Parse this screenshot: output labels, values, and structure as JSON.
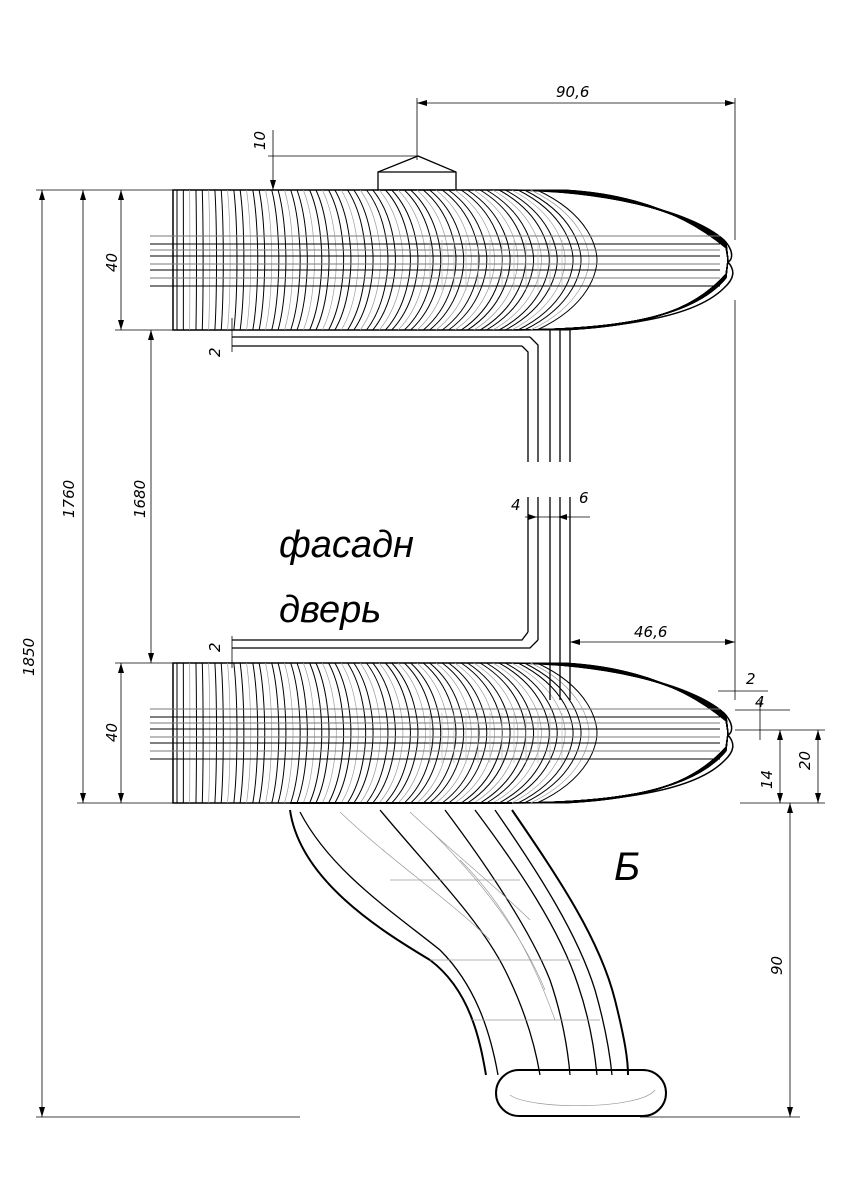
{
  "labels": {
    "facade_line1": "фасадн",
    "facade_line2": "дверь",
    "view_letter": "Б"
  },
  "dimensions": {
    "top_width": "90,6",
    "top_offset": "10",
    "upper_rail": "40",
    "gap_upper": "2",
    "total_1760": "1760",
    "inner_1680": "1680",
    "overall_1850": "1850",
    "w4": "4",
    "w6": "6",
    "w46": "46,6",
    "gap_lower": "2",
    "lower_rail": "40",
    "r2": "2",
    "r4": "4",
    "h14": "14",
    "h20": "20",
    "leg90": "90"
  }
}
